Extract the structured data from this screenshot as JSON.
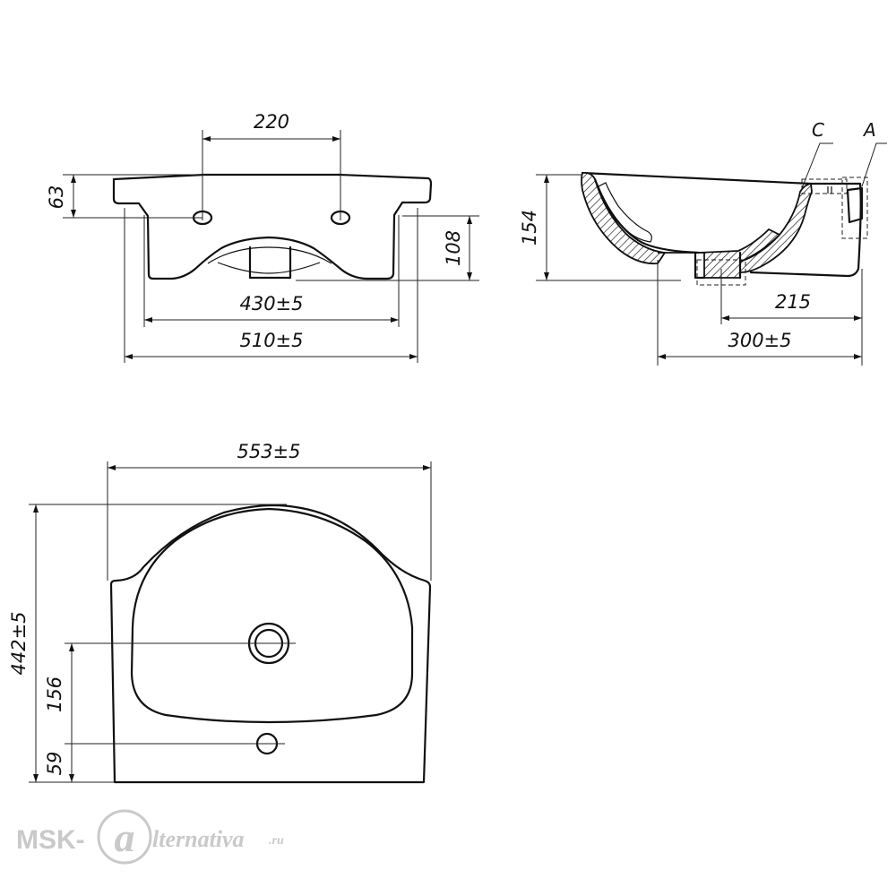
{
  "front_view": {
    "dim_hole_spacing": "220",
    "dim_rim_height": "63",
    "dim_bowl_depth": "108",
    "dim_inner_width": "430±5",
    "dim_overall_width": "510±5"
  },
  "side_view": {
    "dim_height": "154",
    "dim_drain_offset": "215",
    "dim_depth": "300±5",
    "label_c": "C",
    "label_a": "A"
  },
  "top_view": {
    "dim_width": "553±5",
    "dim_length": "442±5",
    "dim_drain_position": "156",
    "dim_tap_hole_position": "59"
  },
  "watermark": {
    "brand_prefix": "MSK-",
    "brand_letter": "a",
    "brand_suffix": "lternativa",
    "brand_domain": ".ru"
  },
  "colors": {
    "line": "#111111",
    "watermark": "#c9c9c9",
    "background": "#ffffff"
  }
}
